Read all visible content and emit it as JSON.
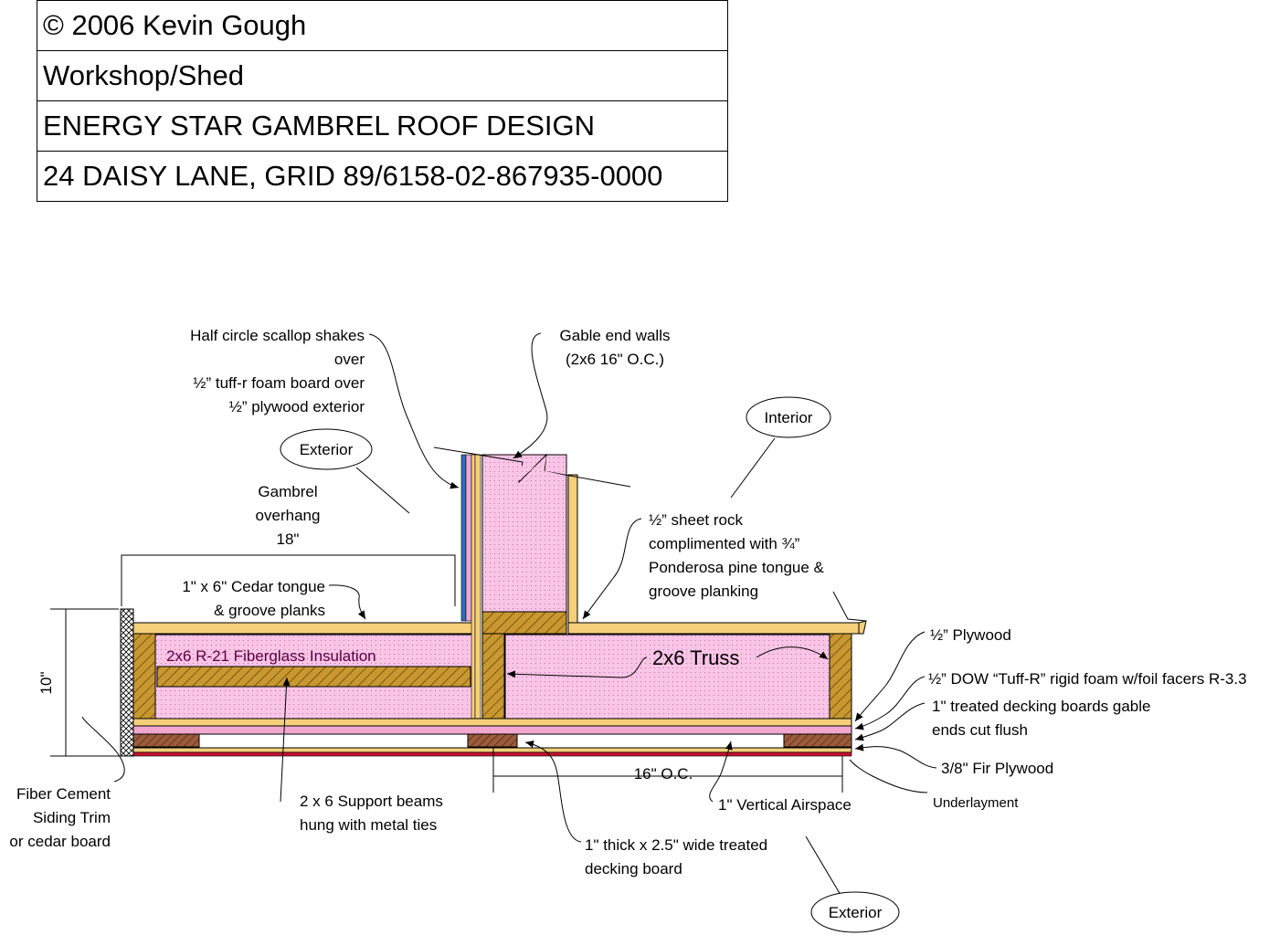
{
  "title_block": {
    "copyright": "© 2006 Kevin Gough",
    "project": "Workshop/Shed",
    "design": "ENERGY STAR GAMBREL ROOF DESIGN",
    "address": "24 DAISY LANE, GRID 89/6158-02-867935-0000"
  },
  "labels": {
    "shakes": [
      "Half circle scallop shakes",
      "over",
      "½” tuff-r foam board over",
      "½” plywood exterior"
    ],
    "gable_walls": [
      "Gable end walls",
      "(2x6 16\" O.C.)"
    ],
    "interior_bubble": "Interior",
    "exterior_bubble_top": "Exterior",
    "exterior_bubble_bottom": "Exterior",
    "gambrel_overhang": [
      "Gambrel",
      "overhang",
      "18\""
    ],
    "sheet_rock": [
      "½” sheet rock",
      "complimented with ¾”",
      "Ponderosa pine tongue &",
      "groove planking"
    ],
    "cedar_planks": [
      "1\" x 6\" Cedar tongue",
      "& groove planks"
    ],
    "insulation": "2x6 R-21 Fiberglass Insulation",
    "truss": "2x6 Truss",
    "plywood_half": "½” Plywood",
    "dow_foam": "½” DOW “Tuff-R” rigid foam w/foil facers R-3.3",
    "decking_boards": [
      "1\" treated decking boards gable",
      "ends cut flush"
    ],
    "fir_plywood": "3/8\" Fir Plywood",
    "underlayment": "Underlayment",
    "oc_dimension": "16\" O.C.",
    "vertical_airspace": "1\" Vertical Airspace",
    "treated_board": [
      "1\" thick x 2.5\" wide treated",
      "decking board"
    ],
    "support_beams": [
      "2 x 6 Support beams",
      "hung with metal ties"
    ],
    "fiber_cement": [
      "Fiber Cement",
      "Siding Trim",
      "or cedar board"
    ],
    "height_dimension": "10\""
  },
  "colors": {
    "insulation": "#f9c4e6",
    "lumber": "#c8972f",
    "plank": "#f5cf7a",
    "foam_pink": "#f2a7d0",
    "decking_brown": "#9c5c3c",
    "underlayment_red": "#c8102e",
    "blue_layer": "#2d6fbf"
  }
}
